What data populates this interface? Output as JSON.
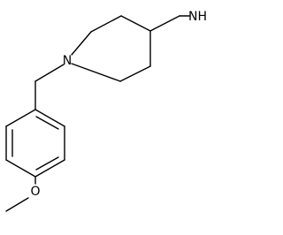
{
  "molecule": {
    "atoms": {
      "nitrogen_ring": "N",
      "amine": "NH2",
      "oxygen": "O"
    },
    "colors": {
      "bond": "#000000",
      "label": "#000000",
      "background": "#ffffff"
    }
  }
}
